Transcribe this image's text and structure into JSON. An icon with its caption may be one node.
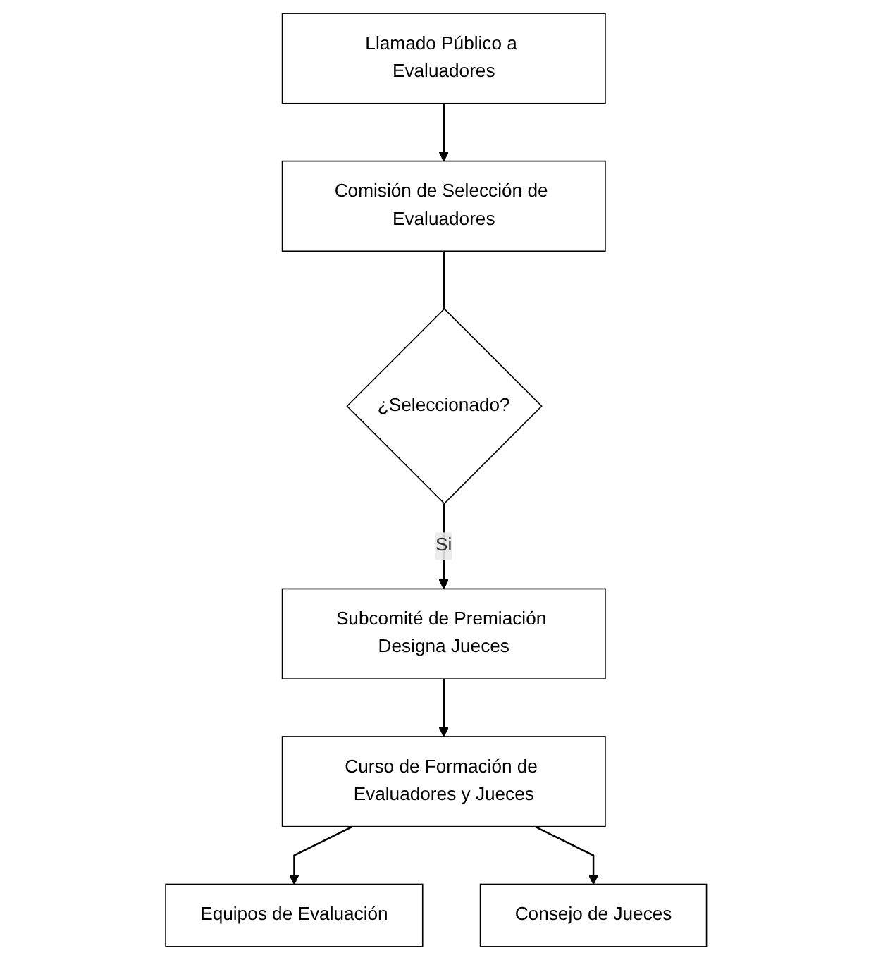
{
  "diagram": {
    "nodes": [
      {
        "text": [
          "Llamado Público a Evaluadores"
        ]
      },
      {
        "text": [
          "Comisión de Selección de Evaluadores"
        ]
      },
      {
        "text": [
          "¿Seleccionado?"
        ]
      },
      {
        "text": [
          "Subcomité de Premiación Designa Jueces"
        ]
      },
      {
        "text": [
          "Curso de Formación de Evaluadores y Jueces"
        ]
      },
      {
        "text": [
          "Equipos de Evaluación"
        ]
      },
      {
        "text": [
          "Consejo de Jueces"
        ]
      }
    ],
    "edges": [
      {
        "from": 0,
        "to": 1,
        "arrow": "to"
      },
      {
        "from": 1,
        "to": 2,
        "arrow": "none"
      },
      {
        "from": 2,
        "to": 3,
        "arrow": "to",
        "label": "Si"
      },
      {
        "from": 3,
        "to": 4,
        "arrow": "to"
      },
      {
        "from": 4,
        "to": 5,
        "arrow": "to"
      },
      {
        "from": 4,
        "to": 6,
        "arrow": "to"
      }
    ]
  }
}
